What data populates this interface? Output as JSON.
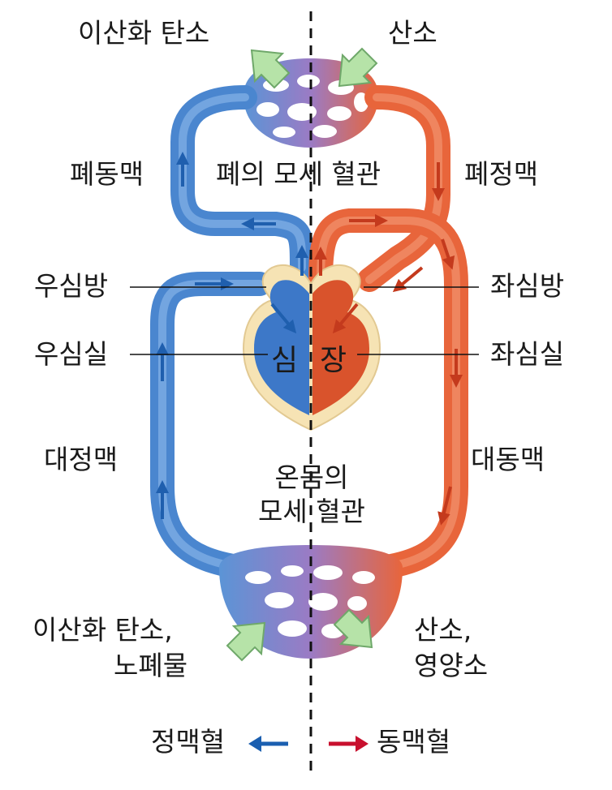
{
  "labels": {
    "co2_top": "이산화 탄소",
    "o2_top": "산소",
    "pulmonary_capillary": "폐의 모세 혈관",
    "pulmonary_artery": "폐동맥",
    "pulmonary_vein": "폐정맥",
    "right_atrium": "우심방",
    "right_ventricle": "우심실",
    "left_atrium": "좌심방",
    "left_ventricle": "좌심실",
    "heart_left_char": "심",
    "heart_right_char": "장",
    "vena_cava": "대정맥",
    "aorta": "대동맥",
    "body_capillary_line1": "온몸의",
    "body_capillary_line2": "모세 혈관",
    "co2_bottom_line1": "이산화 탄소,",
    "co2_bottom_line2": "노폐물",
    "o2_bottom_line1": "산소,",
    "o2_bottom_line2": "영양소",
    "legend_venous": "정맥혈",
    "legend_arterial": "동맥혈"
  },
  "colors": {
    "venous_blue": "#5b94d6",
    "venous_dark": "#1f5fae",
    "arterial_orange": "#e8653b",
    "arterial_dark": "#c43a1d",
    "capillary_purple": "#9b7bc4",
    "heart_outline": "#f6e3b4",
    "exchange_arrow_green": "#b6e3a8",
    "legend_blue_arrow": "#1b5fb0",
    "legend_red_arrow": "#c8102e"
  }
}
